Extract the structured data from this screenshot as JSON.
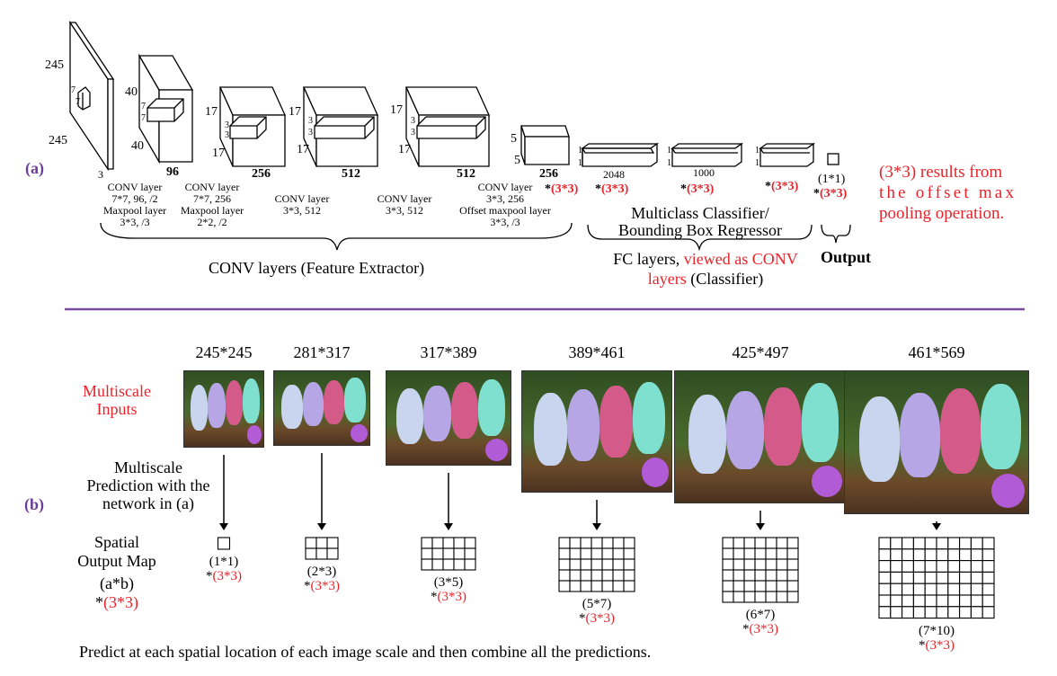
{
  "part_a": {
    "label": "(a)",
    "input_size_h": "245",
    "input_size_w": "245",
    "input_channels": "3",
    "kernel_7_a": "7",
    "kernel_7_b": "7",
    "layers": [
      {
        "h": "40",
        "w": "40",
        "k1": "7",
        "k2": "7",
        "channels": "96",
        "caption": [
          "CONV layer",
          "7*7, 96, /2",
          "Maxpool layer",
          "3*3, /3"
        ]
      },
      {
        "h": "17",
        "w": "17",
        "k1": "3",
        "k2": "3",
        "channels": "256",
        "caption": [
          "CONV layer",
          "7*7, 256",
          "Maxpool layer",
          "2*2, /2"
        ]
      },
      {
        "h": "17",
        "w": "17",
        "k1": "3",
        "k2": "3",
        "channels": "512",
        "caption": [
          "CONV layer",
          "3*3, 512"
        ]
      },
      {
        "h": "17",
        "w": "17",
        "k1": "3",
        "k2": "3",
        "channels": "512",
        "caption": [
          "CONV layer",
          "3*3, 512"
        ]
      },
      {
        "h": "5",
        "w": "5",
        "channels": "256",
        "caption": [
          "CONV layer",
          "3*3, 256",
          "Offset maxpool layer",
          "3*3, /3"
        ]
      }
    ],
    "fc_layers": [
      {
        "h": "1",
        "w": "1",
        "channels": "2048"
      },
      {
        "h": "1",
        "w": "1",
        "channels": "1000"
      },
      {
        "h": "1",
        "w": "1",
        "channels": ""
      }
    ],
    "star": "*",
    "offset_mark": "(3*3)",
    "output_size": "(1*1)",
    "conv_group_label": "CONV layers (Feature Extractor)",
    "classifier_label_line1": "Multiclass Classifier/",
    "classifier_label_line2": "Bounding Box Regressor",
    "fc_label_part1": "FC layers,",
    "fc_label_red1": "viewed as CONV",
    "fc_label_red2": "layers",
    "fc_label_part2": "(Classifier)",
    "output_label": "Output",
    "note_line1": "(3*3) results from",
    "note_line2": "the offset max",
    "note_line3": "pooling operation."
  },
  "part_b": {
    "label": "(b)",
    "row_label_inputs_1": "Multiscale",
    "row_label_inputs_2": "Inputs",
    "row_label_pred_1": "Multiscale",
    "row_label_pred_2": "Prediction with the",
    "row_label_pred_3": "network in (a)",
    "row_label_map_1": "Spatial",
    "row_label_map_2": "Output Map",
    "row_label_map_3": "(a*b)",
    "star": "*",
    "offset_mark": "(3*3)",
    "scales": [
      {
        "size": "245*245",
        "grid_rows": 1,
        "grid_cols": 1,
        "map": "(1*1)"
      },
      {
        "size": "281*317",
        "grid_rows": 2,
        "grid_cols": 3,
        "map": "(2*3)"
      },
      {
        "size": "317*389",
        "grid_rows": 3,
        "grid_cols": 5,
        "map": "(3*5)"
      },
      {
        "size": "389*461",
        "grid_rows": 5,
        "grid_cols": 7,
        "map": "(5*7)"
      },
      {
        "size": "425*497",
        "grid_rows": 6,
        "grid_cols": 7,
        "map": "(6*7)"
      },
      {
        "size": "461*569",
        "grid_rows": 7,
        "grid_cols": 10,
        "map": "(7*10)"
      }
    ],
    "caption": "Predict at each spatial location of each image scale and then combine all the predictions."
  },
  "colors": {
    "accent_red": "#e8232a",
    "purple": "#6a3d9a",
    "divider": "#7b4aa0"
  }
}
